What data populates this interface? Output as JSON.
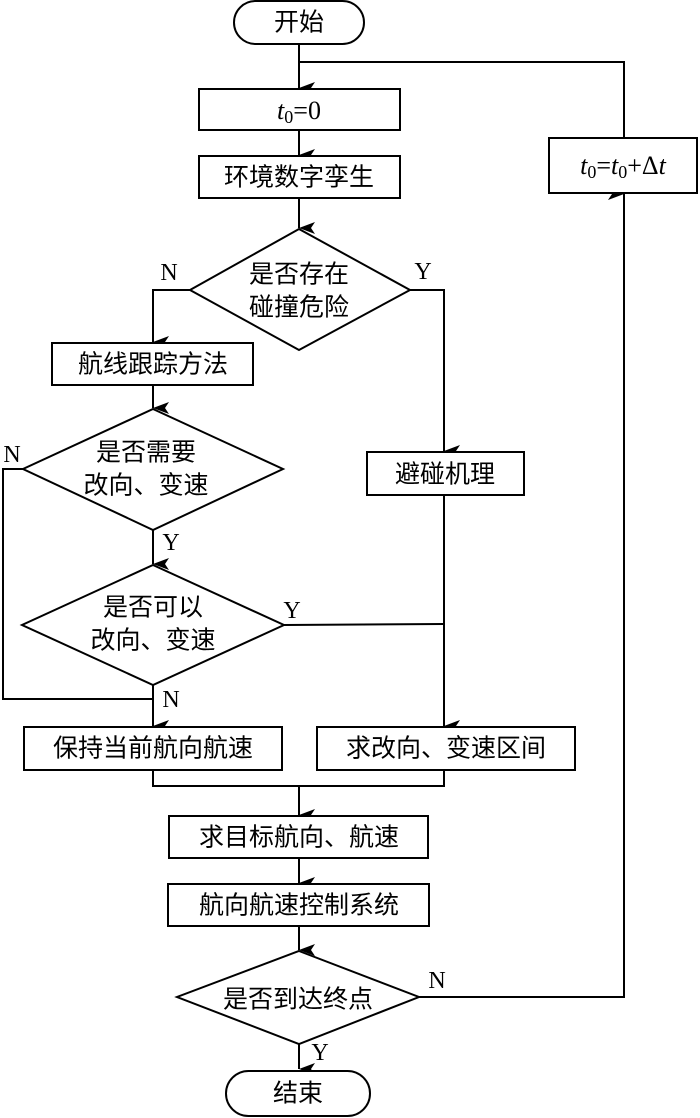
{
  "diagram": {
    "type": "flowchart",
    "colors": {
      "stroke": "#000000",
      "fill": "#ffffff",
      "text": "#000000"
    },
    "nodes": {
      "start": {
        "shape": "terminal",
        "label": "开始"
      },
      "init_time": {
        "shape": "process",
        "label": "t0=0",
        "math": {
          "var": "t",
          "sub": "0",
          "rest": "=0"
        }
      },
      "env_twin": {
        "shape": "process",
        "label": "环境数字孪生"
      },
      "collision_risk": {
        "shape": "decision",
        "lines": [
          "是否存在",
          "碰撞危险"
        ]
      },
      "route_tracking": {
        "shape": "process",
        "label": "航线跟踪方法"
      },
      "need_change": {
        "shape": "decision",
        "lines": [
          "是否需要",
          "改向、变速"
        ]
      },
      "can_change": {
        "shape": "decision",
        "lines": [
          "是否可以",
          "改向、变速"
        ]
      },
      "avoid_mechanism": {
        "shape": "process",
        "label": "避碰机理"
      },
      "keep_course": {
        "shape": "process",
        "label": "保持当前航向航速"
      },
      "change_interval": {
        "shape": "process",
        "label": "求改向、变速区间"
      },
      "target_course": {
        "shape": "process",
        "label": "求目标航向、航速"
      },
      "control_system": {
        "shape": "process",
        "label": "航向航速控制系统"
      },
      "reach_end": {
        "shape": "decision",
        "lines": [
          "是否到达终点"
        ]
      },
      "time_step": {
        "shape": "process",
        "label": "t0=t0+Δt",
        "math": {
          "var": "t",
          "sub": "0",
          "eq": "=",
          "var2": "t",
          "sub2": "0",
          "plus": "+",
          "delta": "Δ",
          "var3": "t"
        }
      },
      "end": {
        "shape": "terminal",
        "label": "结束"
      }
    },
    "branch_labels": {
      "risk_no": "N",
      "risk_yes": "Y",
      "need_no": "N",
      "need_yes": "Y",
      "can_yes": "Y",
      "can_no": "N",
      "end_no": "N",
      "end_yes": "Y"
    },
    "edges": [
      {
        "from": "start",
        "to": "init_time"
      },
      {
        "from": "init_time",
        "to": "env_twin"
      },
      {
        "from": "env_twin",
        "to": "collision_risk"
      },
      {
        "from": "collision_risk",
        "to": "route_tracking",
        "label": "N"
      },
      {
        "from": "collision_risk",
        "to": "avoid_mechanism",
        "label": "Y"
      },
      {
        "from": "route_tracking",
        "to": "need_change"
      },
      {
        "from": "need_change",
        "to": "can_change",
        "label": "Y"
      },
      {
        "from": "need_change",
        "to": "keep_course",
        "label": "N"
      },
      {
        "from": "can_change",
        "to": "change_interval",
        "label": "Y"
      },
      {
        "from": "can_change",
        "to": "keep_course",
        "label": "N"
      },
      {
        "from": "avoid_mechanism",
        "to": "change_interval"
      },
      {
        "from": "keep_course",
        "to": "target_course"
      },
      {
        "from": "change_interval",
        "to": "target_course"
      },
      {
        "from": "target_course",
        "to": "control_system"
      },
      {
        "from": "control_system",
        "to": "reach_end"
      },
      {
        "from": "reach_end",
        "to": "time_step",
        "label": "N"
      },
      {
        "from": "time_step",
        "to": "init_time_loop_join"
      },
      {
        "from": "reach_end",
        "to": "end",
        "label": "Y"
      }
    ]
  }
}
